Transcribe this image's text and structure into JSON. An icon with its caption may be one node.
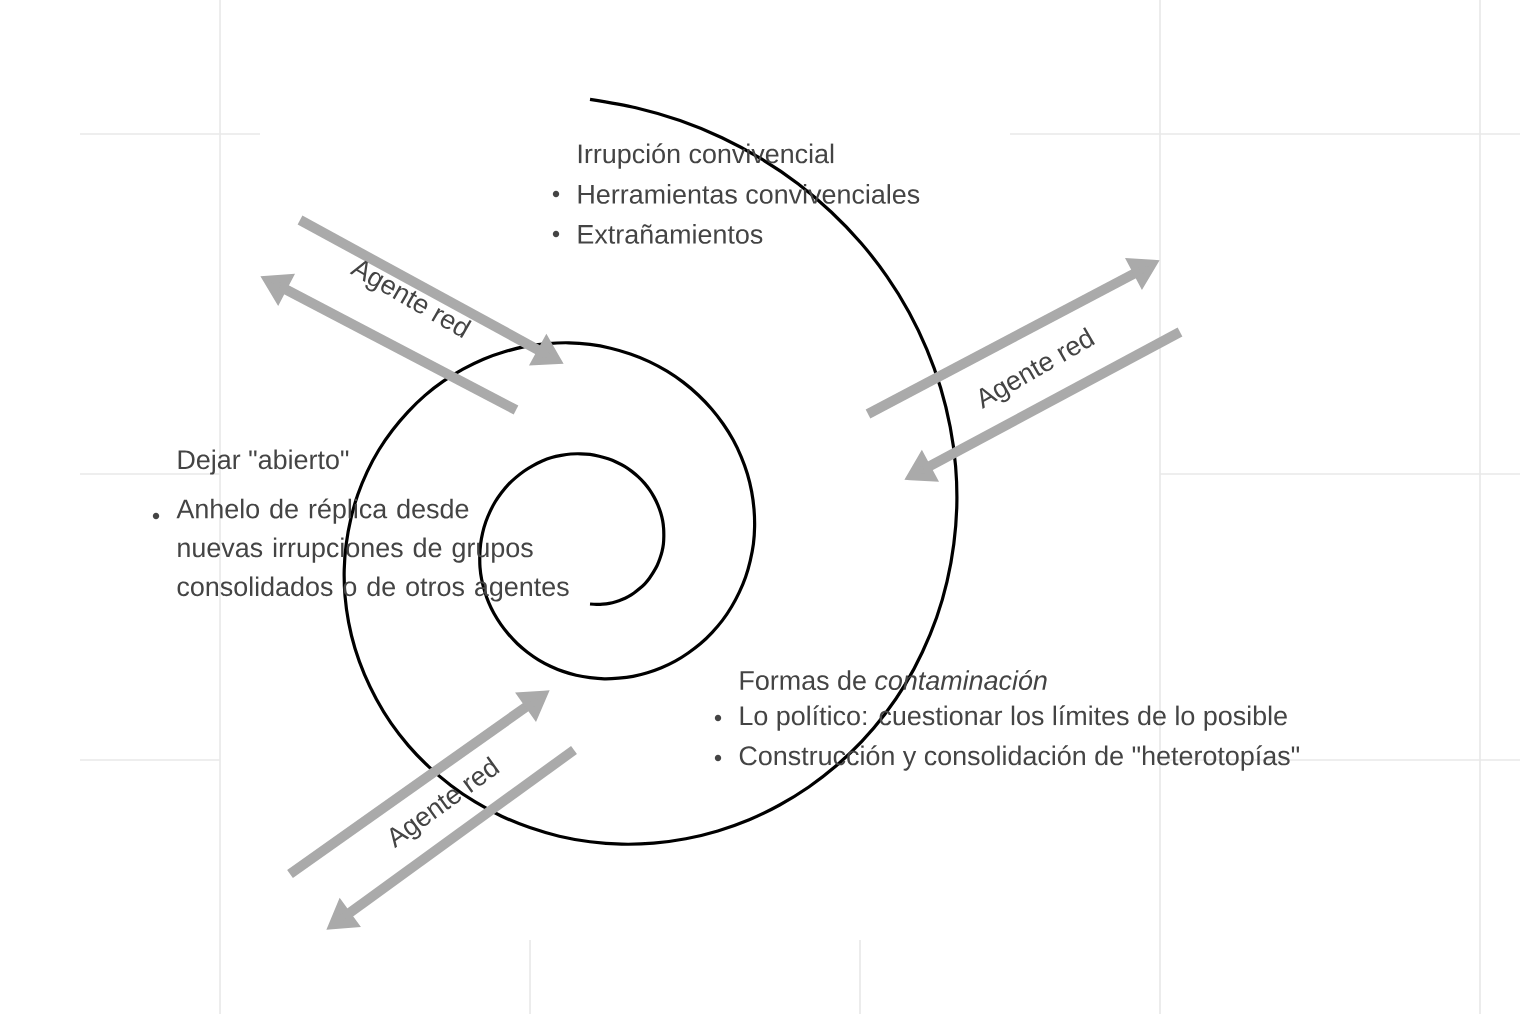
{
  "diagram": {
    "labels": [
      "Irrupción convivencial",
      "Herramientas convivenciales",
      "Extrañamientos",
      "Agente red",
      "Agente red",
      "Dejar \"abierto\"",
      "Anhelo de réplica desde nuevas irrupciones de grupos consolidados o de otros agentes",
      "Formas de *contaminación*",
      "Lo político: cuestionar los límites de lo posible",
      "Construcción y consolidación de \"heterotopías\"",
      "Agente red"
    ]
  }
}
